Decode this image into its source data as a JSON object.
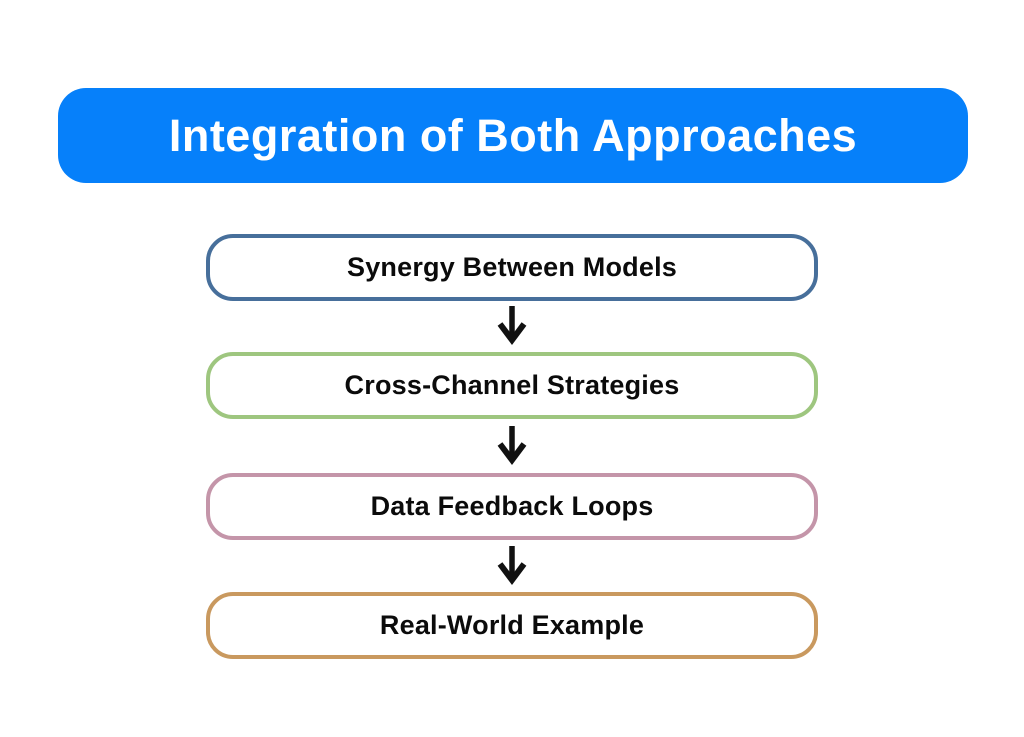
{
  "page": {
    "background_color": "#ffffff"
  },
  "title": {
    "label": "Integration of Both Approaches",
    "background_color": "#0680fa",
    "text_color": "#ffffff"
  },
  "flow": {
    "nodes": [
      {
        "label": "Synergy Between Models",
        "border_color": "#476f9b"
      },
      {
        "label": "Cross-Channel Strategies",
        "border_color": "#9ec67f"
      },
      {
        "label": "Data Feedback Loops",
        "border_color": "#c495a9"
      },
      {
        "label": "Real-World Example",
        "border_color": "#c9995f"
      }
    ],
    "connector": {
      "shape": "arrow-down",
      "color": "#111111"
    }
  }
}
